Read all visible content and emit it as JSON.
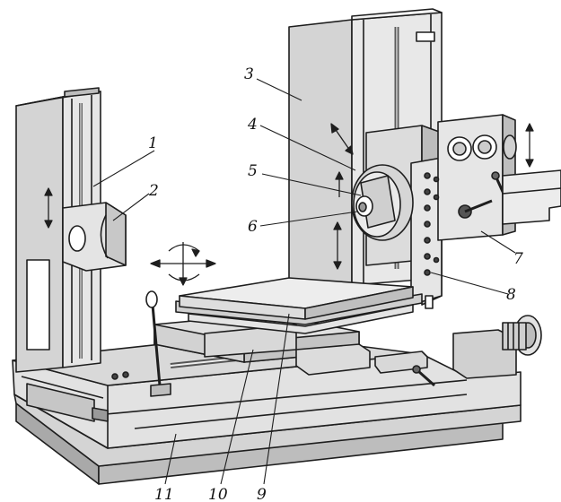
{
  "colors": {
    "body": "#d4d4d4",
    "body_light": "#e8e8e8",
    "body_dark": "#a9a9a9",
    "line": "#1e1e1e",
    "background": "#ffffff"
  },
  "labels": {
    "l1": "1",
    "l2": "2",
    "l3": "3",
    "l4": "4",
    "l5": "5",
    "l6": "6",
    "l7": "7",
    "l8": "8",
    "l9": "9",
    "l10": "10",
    "l11": "11"
  }
}
